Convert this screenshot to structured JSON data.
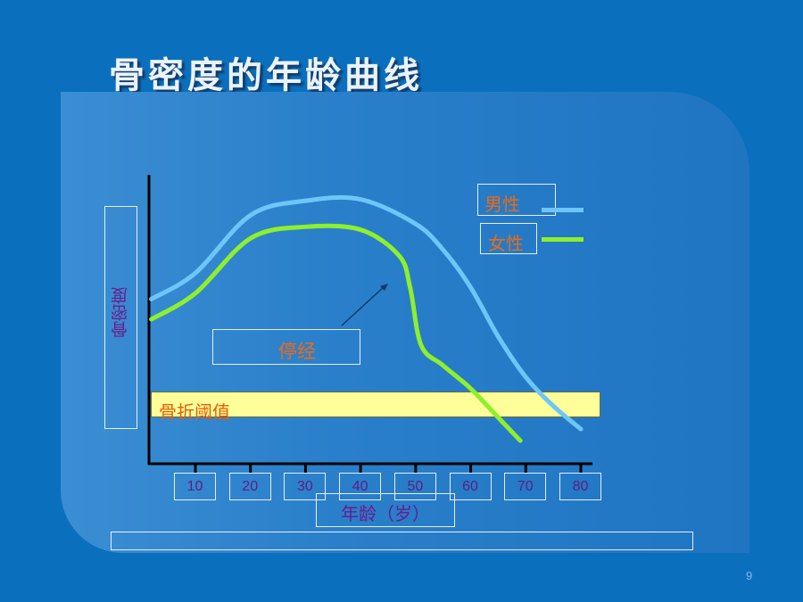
{
  "slide": {
    "title": "骨密度的年龄曲线",
    "page_number": "9"
  },
  "chart_data": {
    "type": "line",
    "xlabel": "年龄（岁）",
    "ylabel": "骨密度",
    "x_ticks": [
      "10",
      "20",
      "30",
      "40",
      "50",
      "60",
      "70",
      "80"
    ],
    "xlim": [
      10,
      80
    ],
    "ylim": [
      0,
      100
    ],
    "series": [
      {
        "name": "男性",
        "color": "#6ec6f7",
        "x": [
          2,
          10,
          20,
          30,
          40,
          50,
          55,
          60,
          65,
          70,
          75,
          80
        ],
        "y": [
          57,
          66,
          86,
          91,
          91.5,
          83,
          74,
          61,
          44,
          30,
          20,
          12
        ]
      },
      {
        "name": "女性",
        "color": "#8ef02c",
        "x": [
          2,
          10,
          20,
          30,
          40,
          47,
          49,
          51,
          55,
          60,
          65,
          69
        ],
        "y": [
          50,
          59,
          78,
          82,
          81,
          72,
          61,
          41,
          34,
          26,
          16,
          8
        ]
      }
    ],
    "annotations": [
      {
        "text": "停经"
      },
      {
        "text": "骨折阈值",
        "y_range": [
          16,
          25
        ]
      }
    ],
    "grid": false,
    "legend_position": "top-right"
  }
}
